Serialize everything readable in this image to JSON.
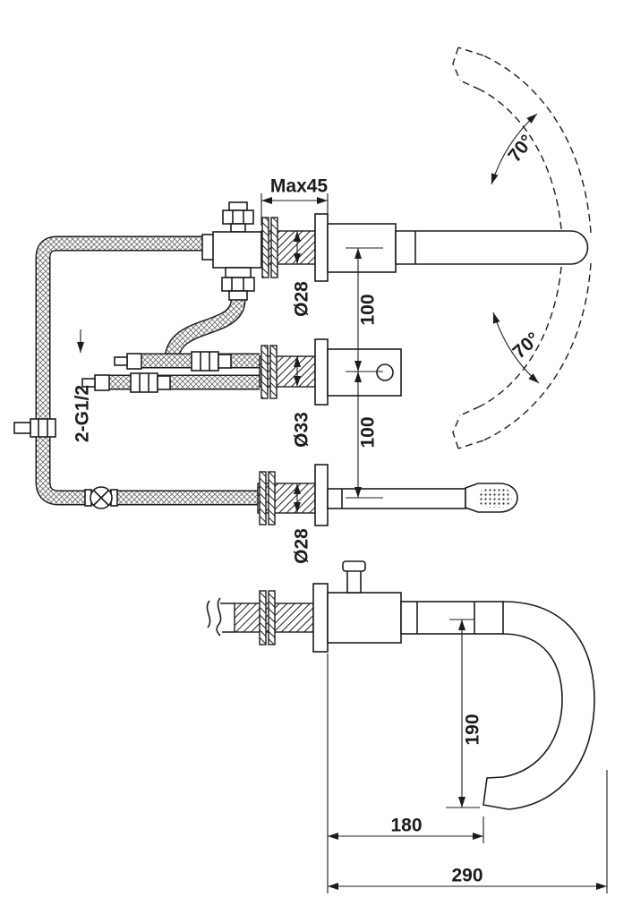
{
  "diagram": {
    "labels": {
      "max45": "Max45",
      "dia_spout": "Ø28",
      "gap_top": "100",
      "dia_mixer": "Ø33",
      "gap_bottom": "100",
      "dia_shower": "Ø28",
      "angle_up": "70°",
      "angle_down": "70°",
      "inlets": "2-G1/2",
      "drop": "190",
      "reach": "180",
      "depth": "290"
    },
    "colors": {
      "line": "#1c1c1c",
      "background": "#ffffff"
    }
  }
}
